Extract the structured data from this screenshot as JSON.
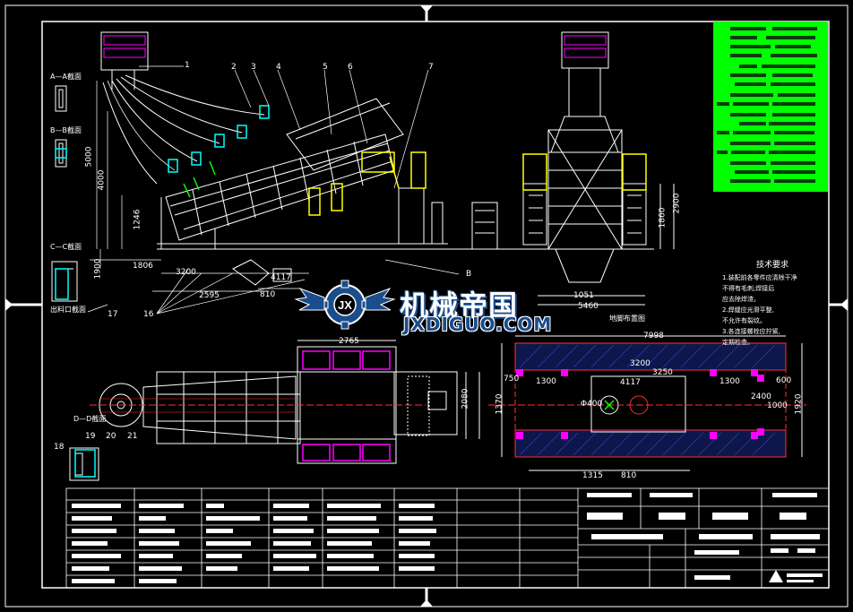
{
  "watermark": {
    "title": "机械帝国",
    "subtitle": "JXDIGUO.COM"
  },
  "callouts": [
    "1",
    "2",
    "3",
    "4",
    "5",
    "6",
    "7",
    "B",
    "16",
    "17",
    "18",
    "19",
    "20",
    "21"
  ],
  "section_labels": {
    "a": "A—A截面",
    "b": "B—B截面",
    "c": "C—C截面",
    "d": "D—D截面",
    "plan": "地脚布置图",
    "left_mid": "出料口截面"
  },
  "dims": {
    "h5000": "5000",
    "h4000": "4000",
    "h1246": "1246",
    "h1900": "1900",
    "d1806": "1806",
    "d3200": "3200",
    "d2595": "2595",
    "d4117": "4117",
    "d810": "810",
    "d1051": "1051",
    "d5460": "5460",
    "d1860": "1860",
    "d2900": "2900",
    "d2765": "2765",
    "d7998": "7998",
    "d750": "750",
    "d1300a": "1300",
    "d3200b": "3200",
    "d1300b": "1300",
    "d4117b": "4117",
    "d3250": "3250",
    "d810b": "810",
    "d1315": "1315",
    "d2400": "2400",
    "d1000": "1000",
    "d600": "600",
    "d8400": "Φ400",
    "d2080": "2080",
    "d1370": "1370",
    "d1920": "1920"
  },
  "tech_notes": {
    "heading": "技术要求",
    "lines": [
      "1.装配前各零件应清除干净",
      "  不得有毛刺,焊接后",
      "  应去除焊渣。",
      "2.焊缝应光滑平整,",
      "  不允许有裂纹。",
      "3.各连接螺栓应拧紧,",
      "  定期检查。"
    ]
  },
  "colors": {
    "frame": "#ffffff",
    "border": "#ffffff",
    "green_block": "#00ff00",
    "pink": "#ff00ff",
    "yellow": "#ffff00",
    "cyan": "#00ffff",
    "red": "#ff3030",
    "blue": "#1a4d8c"
  },
  "icons": [
    "gear-logo-icon",
    "wing-icon",
    "company-logo-icon"
  ]
}
